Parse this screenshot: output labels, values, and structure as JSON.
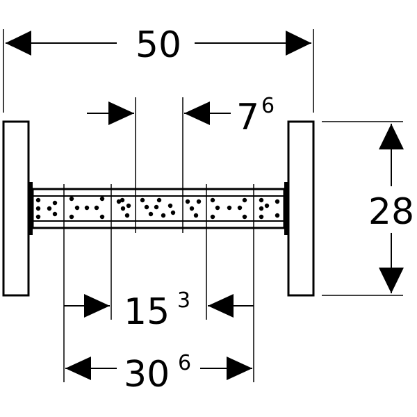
{
  "colors": {
    "line": "#000000",
    "background": "#ffffff"
  },
  "dimensions": {
    "overall_width": {
      "value": "50"
    },
    "height": {
      "value": "28"
    },
    "gap": {
      "value": "7",
      "superscript": "6"
    },
    "inner_spacing": {
      "value": "15",
      "superscript": "3"
    },
    "outer_spacing": {
      "value": "30",
      "superscript": "6"
    }
  }
}
